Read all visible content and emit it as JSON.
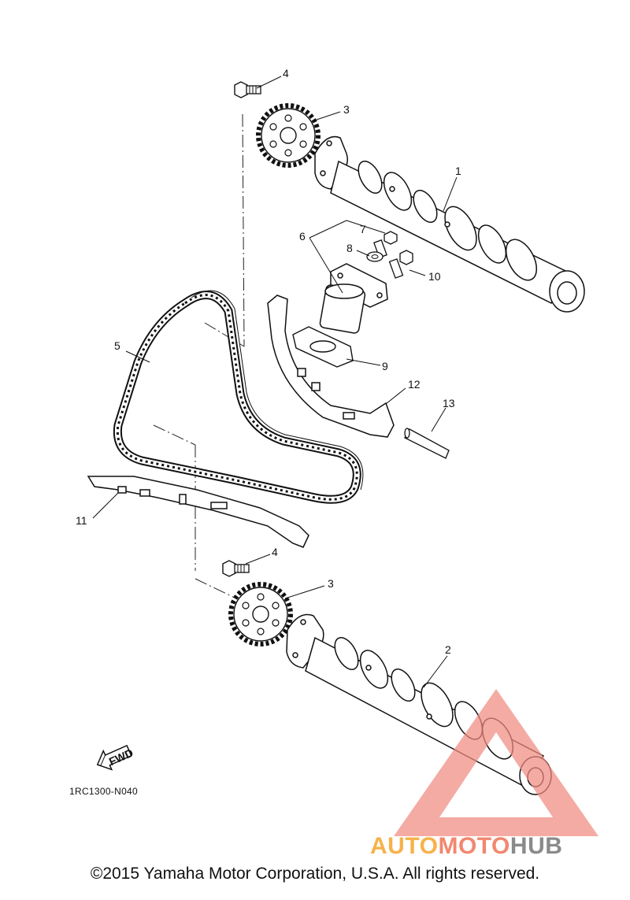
{
  "diagram": {
    "callouts": {
      "camshaft_1": "1",
      "camshaft_2": "2",
      "sprocket_top": "3",
      "sprocket_bottom": "3",
      "bolt_top": "4",
      "bolt_bottom": "4",
      "cam_chain": "5",
      "tensioner_assy": "6",
      "tensioner_bolt": "7",
      "washer": "8",
      "gasket": "9",
      "bolt_10": "10",
      "guide_exhaust": "11",
      "guide_intake": "12",
      "pin": "13"
    },
    "fwd_label": "FWD",
    "drawing_code": "1RC1300-N040"
  },
  "watermark": {
    "part_auto": "AUTO",
    "part_moto": "MOTO",
    "part_hub": "HUB",
    "colors": {
      "auto": "#f6b24a",
      "moto": "#f2876f",
      "hub": "#8a8a8a",
      "triangle": "#f08a80"
    }
  },
  "footer": {
    "copyright": "©2015 Yamaha Motor Corporation, U.S.A. All rights reserved."
  }
}
